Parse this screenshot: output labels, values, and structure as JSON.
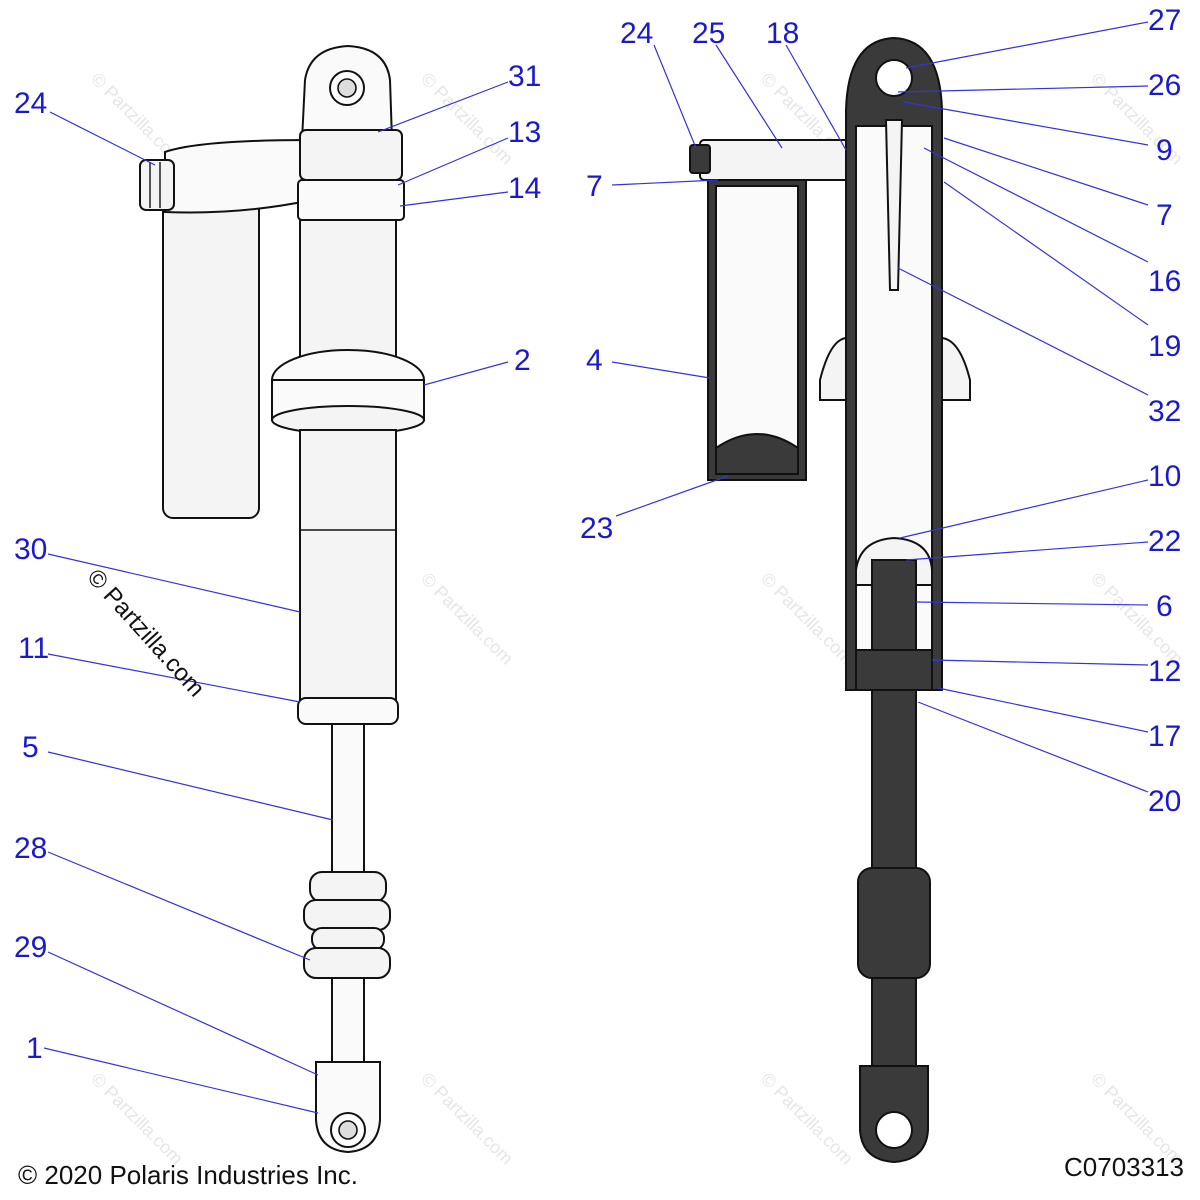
{
  "footer": {
    "copyright": "© 2020 Polaris Industries Inc.",
    "diagram_code": "C0703313"
  },
  "watermark": {
    "text": "© Partzilla.com"
  },
  "callouts_left": [
    {
      "label": "24"
    },
    {
      "label": "31"
    },
    {
      "label": "13"
    },
    {
      "label": "14"
    },
    {
      "label": "2"
    },
    {
      "label": "30"
    },
    {
      "label": "11"
    },
    {
      "label": "5"
    },
    {
      "label": "28"
    },
    {
      "label": "29"
    },
    {
      "label": "1"
    }
  ],
  "callouts_right": [
    {
      "label": "24"
    },
    {
      "label": "25"
    },
    {
      "label": "18"
    },
    {
      "label": "27"
    },
    {
      "label": "26"
    },
    {
      "label": "9"
    },
    {
      "label": "7"
    },
    {
      "label": "7"
    },
    {
      "label": "16"
    },
    {
      "label": "19"
    },
    {
      "label": "4"
    },
    {
      "label": "32"
    },
    {
      "label": "23"
    },
    {
      "label": "10"
    },
    {
      "label": "22"
    },
    {
      "label": "6"
    },
    {
      "label": "12"
    },
    {
      "label": "17"
    },
    {
      "label": "20"
    }
  ]
}
